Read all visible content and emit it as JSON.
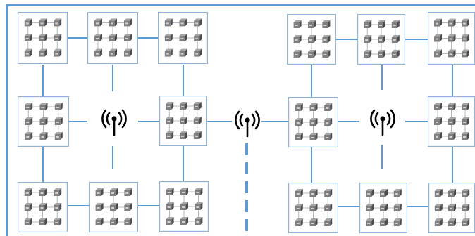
{
  "diagram": {
    "colors": {
      "frame": "#5b9bd5",
      "connector": "#5b9bd5",
      "module_border": "#8fb4d9",
      "device_fill": "#7f7f7f",
      "device_dark": "#4d4d4d",
      "antenna": "#000000"
    },
    "icons": {
      "module": "device-grid-icon",
      "antenna": "wireless-antenna-icon"
    },
    "module_grid": {
      "rows": 3,
      "cols": 3
    },
    "modules": [
      "zone-left-r1c1",
      "zone-left-r1c2",
      "zone-left-r1c3",
      "zone-left-r2c1",
      "zone-left-r2c3",
      "zone-left-r3c1",
      "zone-left-r3c2",
      "zone-left-r3c3",
      "zone-right-r1c1",
      "zone-right-r1c2",
      "zone-right-r1c3",
      "zone-right-r2c1",
      "zone-right-r2c3",
      "zone-right-r3c1",
      "zone-right-r3c2",
      "zone-right-r3c3"
    ],
    "antennas": [
      "left-hub",
      "center-gateway",
      "right-hub"
    ]
  }
}
